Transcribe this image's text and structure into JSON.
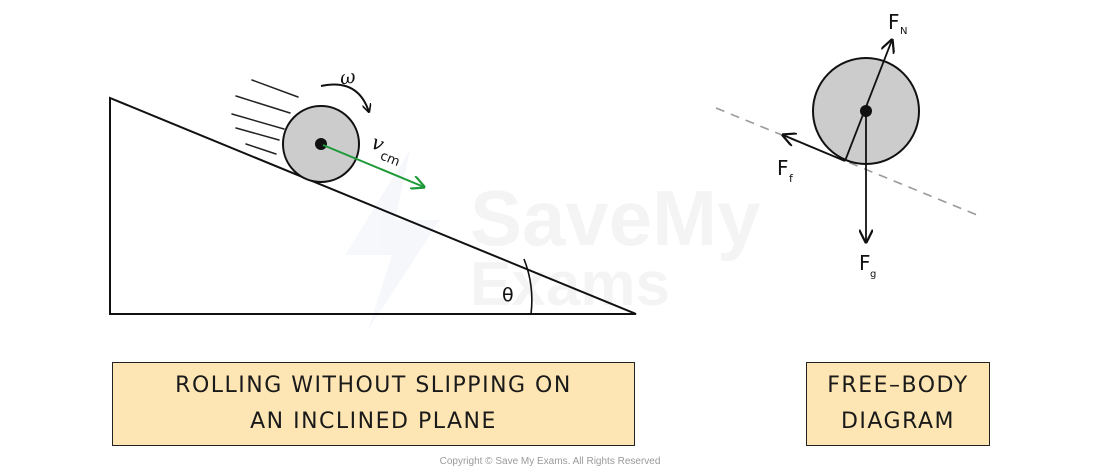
{
  "watermark": {
    "line1": "SaveMy",
    "line2": "Exams"
  },
  "left_diagram": {
    "angle_label": "θ",
    "angular_velocity_label": "ω",
    "velocity_label": "v",
    "velocity_subscript": "cm",
    "velocity_color": "#1f9a3a"
  },
  "right_diagram": {
    "normal_force": {
      "symbol": "F",
      "subscript": "N"
    },
    "friction_force": {
      "symbol": "F",
      "subscript": "f"
    },
    "gravity_force": {
      "symbol": "F",
      "subscript": "g"
    }
  },
  "colors": {
    "ball_fill": "#cccccc",
    "caption_fill": "#fde6b4",
    "dashed_line": "#9a9a9a"
  },
  "captions": {
    "left_line1": "ROLLING WITHOUT SLIPPING ON",
    "left_line2": "AN INCLINED PLANE",
    "right_line1": "FREE–BODY",
    "right_line2": "DIAGRAM"
  },
  "copyright": "Copyright © Save My Exams. All Rights Reserved"
}
